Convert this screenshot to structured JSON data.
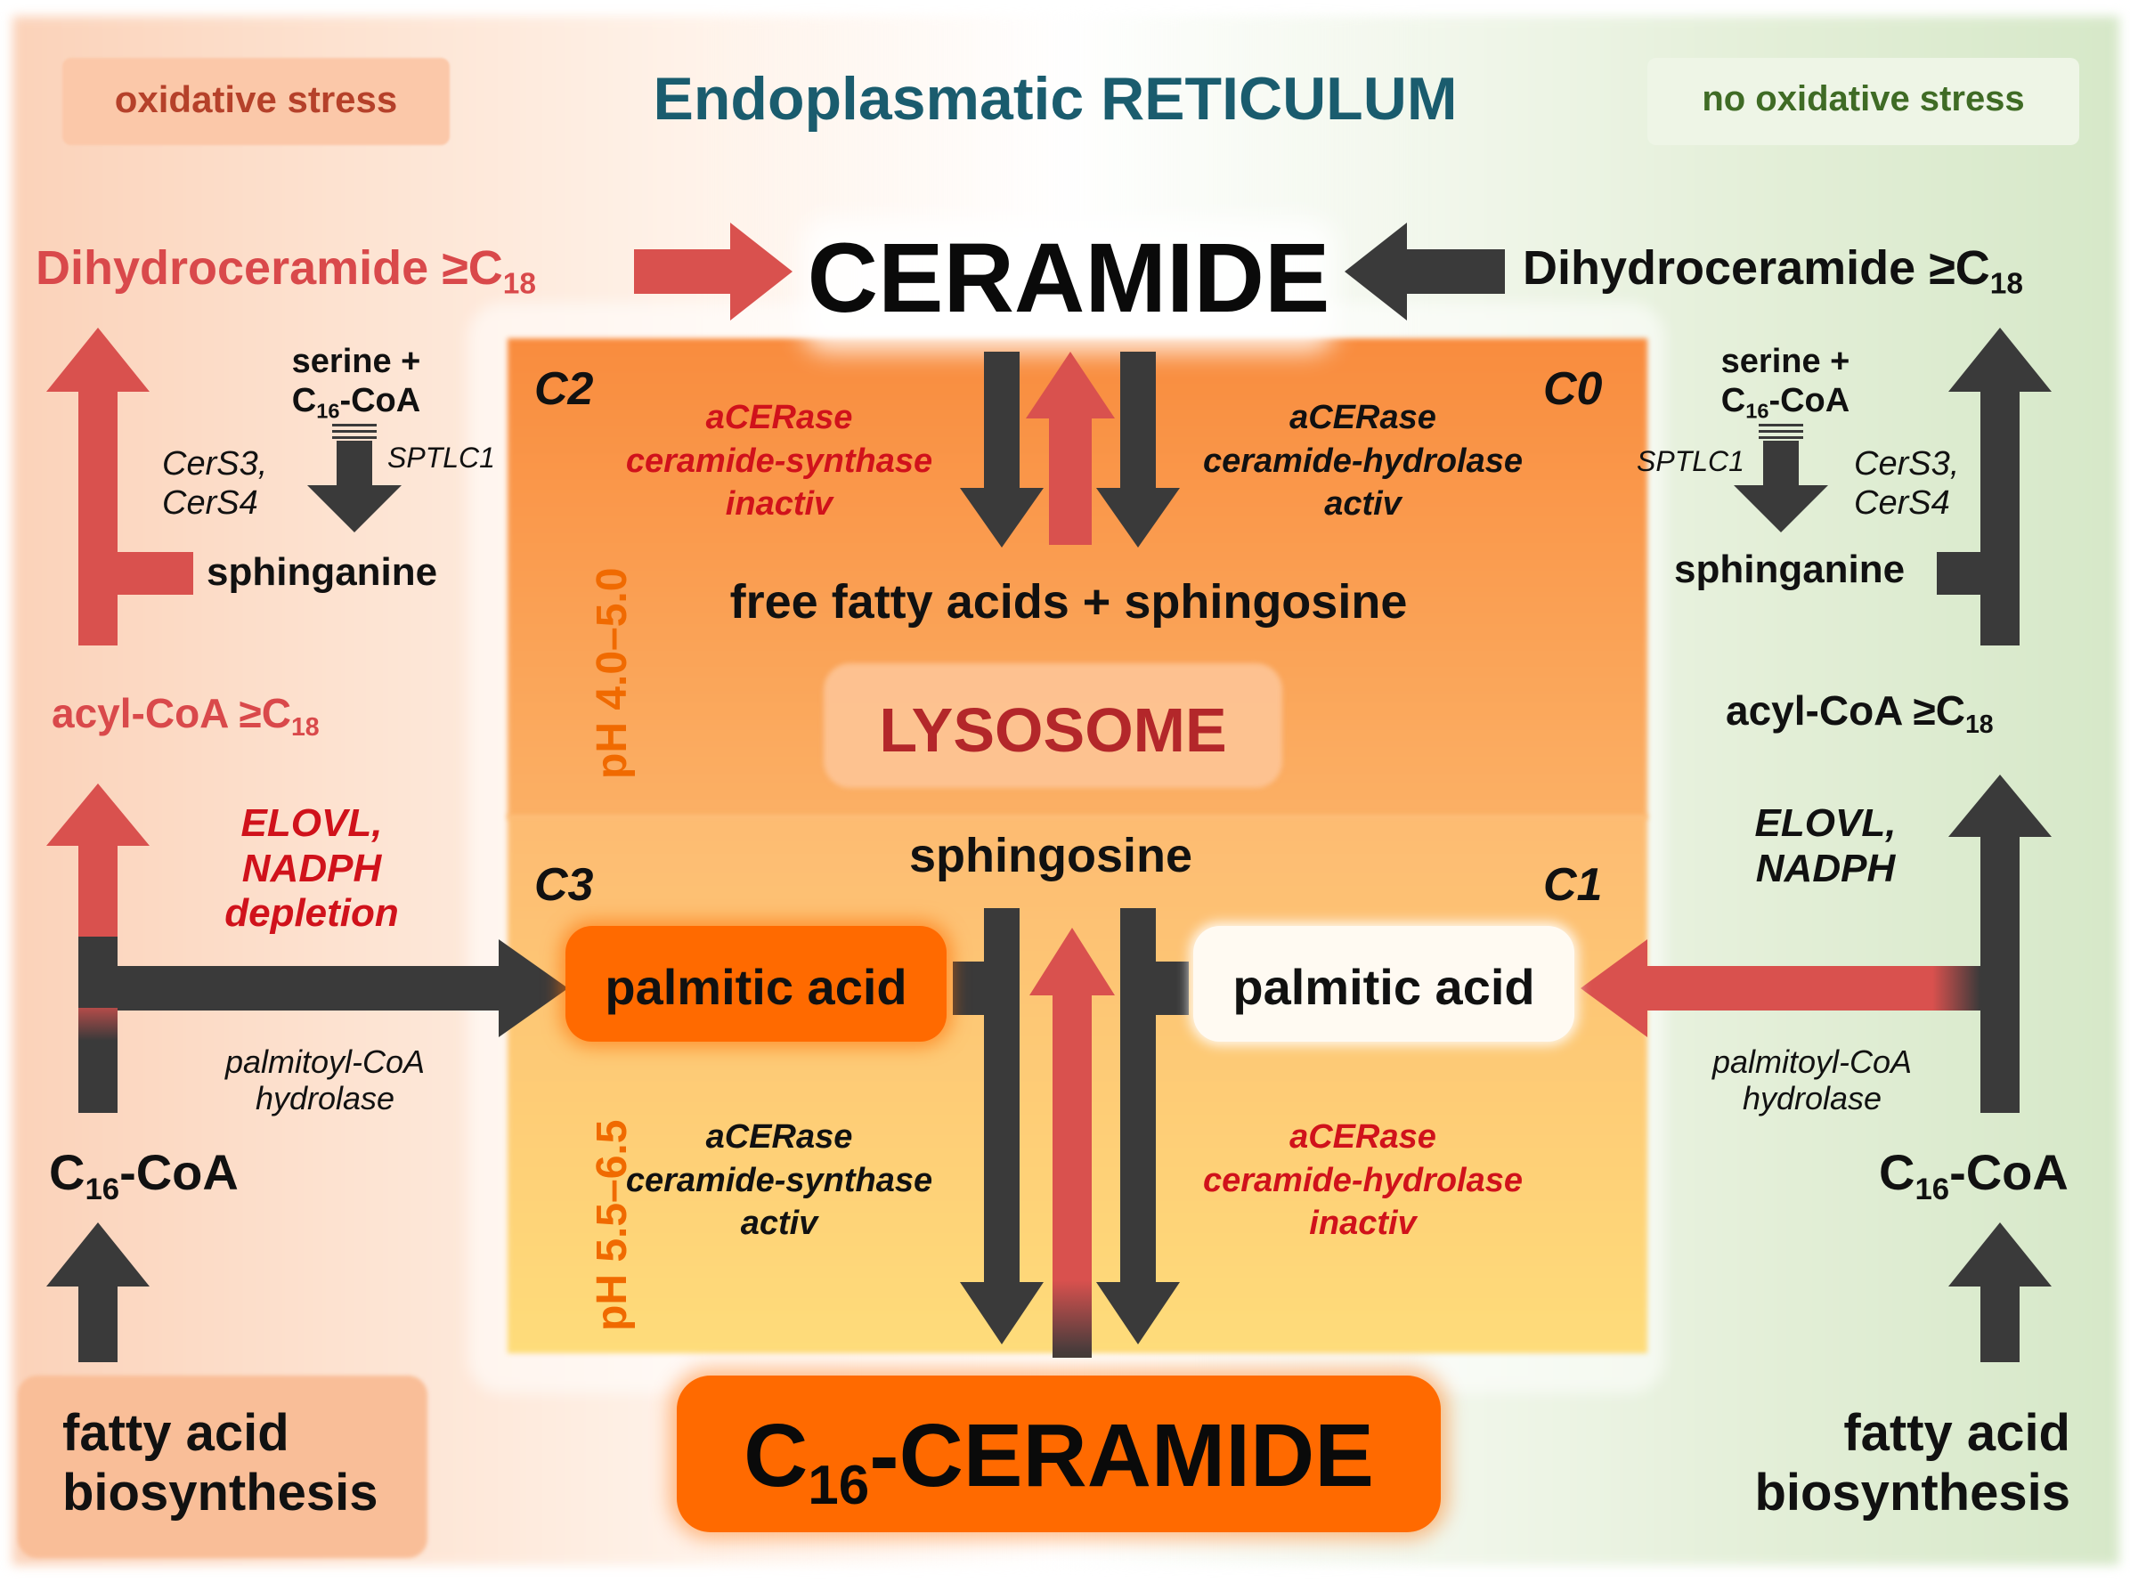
{
  "header": {
    "oxidative_stress": "oxidative stress",
    "er_title": "Endoplasmatic RETICULUM",
    "no_oxidative_stress": "no oxidative stress"
  },
  "ceramide": {
    "label": "CERAMIDE"
  },
  "left": {
    "dihydroceramide": "Dihydroceramide ≥C",
    "dihydroceramide_sub": "18",
    "serine_line1": "serine +",
    "serine_c": "C",
    "serine_sub": "16",
    "serine_coa": "-CoA",
    "sptlc1": "SPTLC1",
    "cers": "CerS3,\nCerS4",
    "sphinganine": "sphinganine",
    "acyl_coa": "acyl-CoA ≥C",
    "acyl_coa_sub": "18",
    "elovl": "ELOVL,\nNADPH\ndepletion",
    "palmitoyl": "palmitoyl-CoA\nhydrolase",
    "c16coa_c": "C",
    "c16coa_sub": "16",
    "c16coa_rest": "-CoA",
    "fab": "fatty acid\nbiosynthesis"
  },
  "right": {
    "dihydroceramide": "Dihydroceramide ≥C",
    "dihydroceramide_sub": "18",
    "serine_line1": "serine +",
    "serine_c": "C",
    "serine_sub": "16",
    "serine_coa": "-CoA",
    "sptlc1": "SPTLC1",
    "cers": "CerS3,\nCerS4",
    "sphinganine": "sphinganine",
    "acyl_coa": "acyl-CoA ≥C",
    "acyl_coa_sub": "18",
    "elovl": "ELOVL,\nNADPH",
    "palmitoyl": "palmitoyl-CoA\nhydrolase",
    "c16coa_c": "C",
    "c16coa_sub": "16",
    "c16coa_rest": "-CoA",
    "fab": "fatty acid\nbiosynthesis"
  },
  "lysosome": {
    "c2": "C2",
    "c0": "C0",
    "c3": "C3",
    "c1": "C1",
    "ph_top": "pH 4.0–5.0",
    "ph_bottom": "pH 5.5–6.5",
    "acerase_top_left": "aCERase\nceramide-synthase\ninactiv",
    "acerase_top_right": "aCERase\nceramide-hydrolase\nactiv",
    "free_fatty": "free fatty acids + sphingosine",
    "label": "LYSOSOME",
    "sphingosine": "sphingosine",
    "palmitic_left": "palmitic acid",
    "palmitic_right": "palmitic acid",
    "acerase_bottom_left": "aCERase\nceramide-synthase\nactiv",
    "acerase_bottom_right": "aCERase\nceramide-hydrolase\ninactiv"
  },
  "c16_ceramide": {
    "c": "C",
    "sub": "16",
    "rest": "-CERAMIDE"
  },
  "colors": {
    "red_arrow": "#d9514e",
    "dark_arrow": "#3a3a3a",
    "orange": "#ff6a00",
    "teal": "#1a5c6e",
    "green_text": "#3f6b25",
    "brown_text": "#b5412a"
  }
}
